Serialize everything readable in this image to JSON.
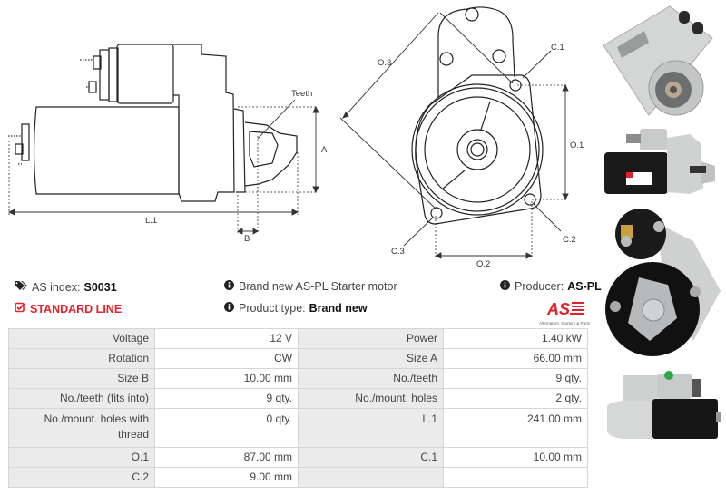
{
  "diagram": {
    "side_view": {
      "labels": {
        "teeth": "Teeth",
        "a": "A",
        "l1": "L.1",
        "b": "B"
      }
    },
    "front_view": {
      "labels": {
        "o3": "O.3",
        "c1": "C.1",
        "o1": "O.1",
        "c2": "C.2",
        "c3": "C.3",
        "o2": "O.2"
      }
    }
  },
  "info": {
    "as_index_label": "AS index:",
    "as_index_value": "S0031",
    "standard_line": "STANDARD LINE",
    "description": "Brand new AS-PL Starter motor",
    "product_type_label": "Product type:",
    "product_type_value": "Brand new",
    "producer_label": "Producer:",
    "producer_value": "AS-PL",
    "logo_text": "AS",
    "logo_tagline": "Alternators, Starters & Parts"
  },
  "colors": {
    "accent": "#e2222a",
    "label_bg": "#ebebeb",
    "border": "#d6d6d6"
  },
  "specs": {
    "rows": [
      {
        "l1": "Voltage",
        "v1": "12 V",
        "l2": "Power",
        "v2": "1.40 kW"
      },
      {
        "l1": "Rotation",
        "v1": "CW",
        "l2": "Size A",
        "v2": "66.00 mm"
      },
      {
        "l1": "Size B",
        "v1": "10.00 mm",
        "l2": "No./teeth",
        "v2": "9 qty."
      },
      {
        "l1": "No./teeth (fits into)",
        "v1": "9 qty.",
        "l2": "No./mount. holes",
        "v2": "2 qty."
      },
      {
        "l1": "No./mount. holes with thread",
        "v1": "0 qty.",
        "l2": "L.1",
        "v2": "241.00 mm"
      },
      {
        "l1": "O.1",
        "v1": "87.00 mm",
        "l2": "C.1",
        "v2": "10.00 mm"
      },
      {
        "l1": "C.2",
        "v1": "9.00 mm",
        "l2": "",
        "v2": ""
      }
    ]
  },
  "photos": [
    {
      "name": "photo-front-flange"
    },
    {
      "name": "photo-side-left"
    },
    {
      "name": "photo-rear-end"
    },
    {
      "name": "photo-side-right"
    }
  ]
}
